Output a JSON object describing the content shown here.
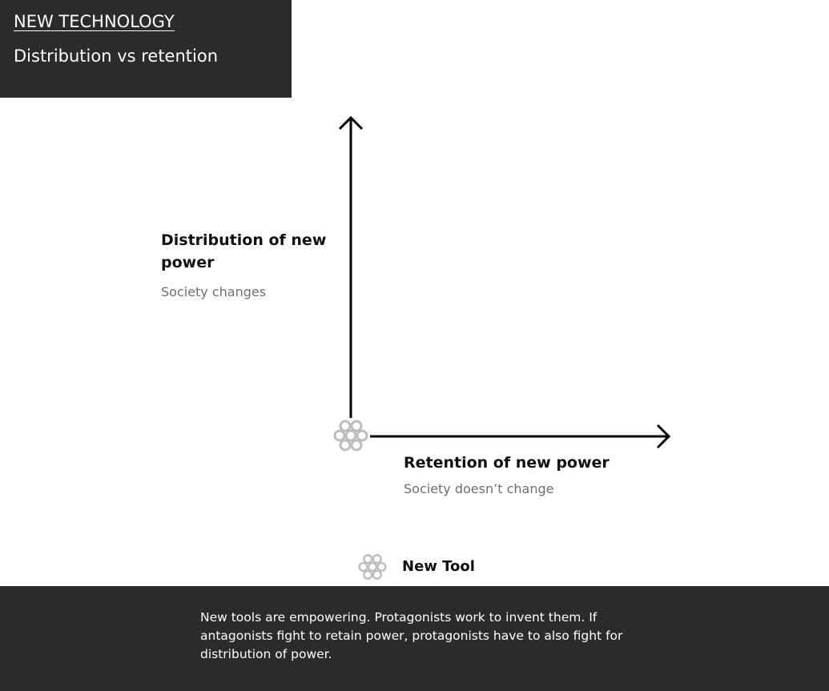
{
  "header": {
    "eyebrow": "NEW TECHNOLOGY",
    "title": "Distribution vs retention"
  },
  "diagram": {
    "y_axis": {
      "label": "Distribution of new power",
      "sublabel": "Society changes"
    },
    "x_axis": {
      "label": "Retention of new power",
      "sublabel": "Society doesn’t change"
    },
    "origin_icon": "flower-cluster-icon"
  },
  "legend": {
    "icon": "flower-cluster-icon",
    "label": "New Tool"
  },
  "footer": {
    "text": "New tools are empowering. Protagonists work to invent them. If antagonists fight to retain power, protagonists have to also fight for distribution of power."
  },
  "colors": {
    "panel": "#2b2b2b",
    "axis": "#000000",
    "icon": "#bdbdbd",
    "sublabel": "#6f6f6f"
  }
}
